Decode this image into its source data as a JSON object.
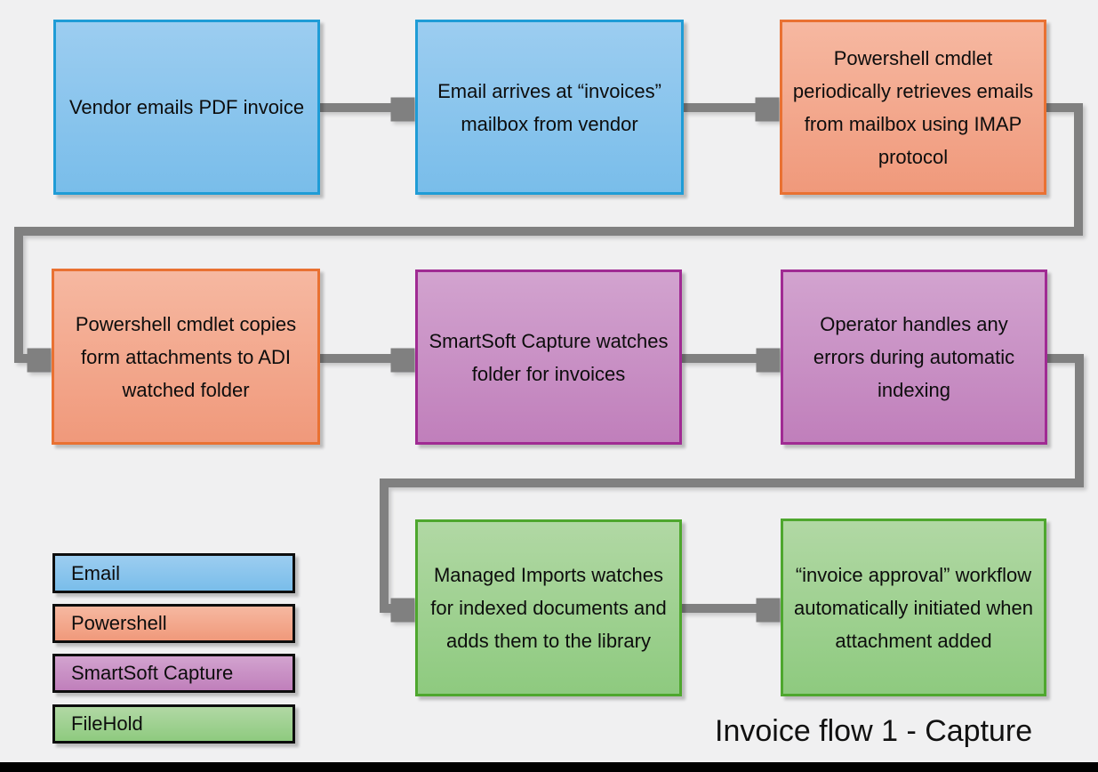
{
  "diagram": {
    "title": "Invoice flow 1 - Capture",
    "nodes": [
      {
        "id": "vendor-emails",
        "type": "email",
        "label": "Vendor emails PDF invoice"
      },
      {
        "id": "email-arrives",
        "type": "email",
        "label": "Email arrives at “invoices” mailbox from vendor"
      },
      {
        "id": "ps-retrieves",
        "type": "powershell",
        "label": "Powershell cmdlet periodically retrieves emails from mailbox using IMAP protocol"
      },
      {
        "id": "ps-copies",
        "type": "powershell",
        "label": "Powershell cmdlet copies form attachments to ADI watched folder"
      },
      {
        "id": "capture-watches",
        "type": "smartsoft",
        "label": "SmartSoft Capture watches folder for invoices"
      },
      {
        "id": "operator-errors",
        "type": "smartsoft",
        "label": "Operator handles any errors during automatic indexing"
      },
      {
        "id": "managed-imports",
        "type": "filehold",
        "label": "Managed Imports watches for indexed documents and adds them to the library"
      },
      {
        "id": "workflow-initiated",
        "type": "filehold",
        "label": "“invoice approval” workflow automatically initiated when attachment added"
      }
    ],
    "legend": [
      {
        "type": "email",
        "label": "Email",
        "fill_top": "#9ccdf0",
        "fill_bottom": "#79bdea",
        "border": "#1f9cd6"
      },
      {
        "type": "powershell",
        "label": "Powershell",
        "fill_top": "#f6b8a1",
        "fill_bottom": "#f0997b",
        "border": "#e97132"
      },
      {
        "type": "smartsoft",
        "label": "SmartSoft Capture",
        "fill_top": "#d2a3cf",
        "fill_bottom": "#c07fbb",
        "border": "#a02b93"
      },
      {
        "type": "filehold",
        "label": "FileHold",
        "fill_top": "#b1d8a4",
        "fill_bottom": "#8eca7f",
        "border": "#4ea72e"
      }
    ],
    "colors": {
      "background": "#f0f0f1",
      "connector": "#808080",
      "text": "#0d0d0d",
      "bottom_bar": "#000000"
    }
  }
}
